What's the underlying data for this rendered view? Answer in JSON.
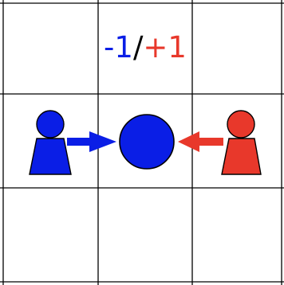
{
  "colors": {
    "blue": "#0a1ee6",
    "red": "#e8382b",
    "grid": "#000000",
    "slash": "#000000"
  },
  "grid": {
    "rows": 3,
    "cols": 3
  },
  "score": {
    "blue_value": "-1",
    "separator": "/",
    "red_value": "+1"
  },
  "pieces": [
    {
      "name": "blue-pawn-icon",
      "color": "blue",
      "cell": [
        1,
        0
      ]
    },
    {
      "name": "blue-token-icon",
      "color": "blue",
      "cell": [
        1,
        1
      ]
    },
    {
      "name": "red-pawn-icon",
      "color": "red",
      "cell": [
        1,
        2
      ]
    }
  ],
  "arrows": [
    {
      "name": "blue-arrow-icon",
      "color": "blue",
      "direction": "right"
    },
    {
      "name": "red-arrow-icon",
      "color": "red",
      "direction": "left"
    }
  ]
}
